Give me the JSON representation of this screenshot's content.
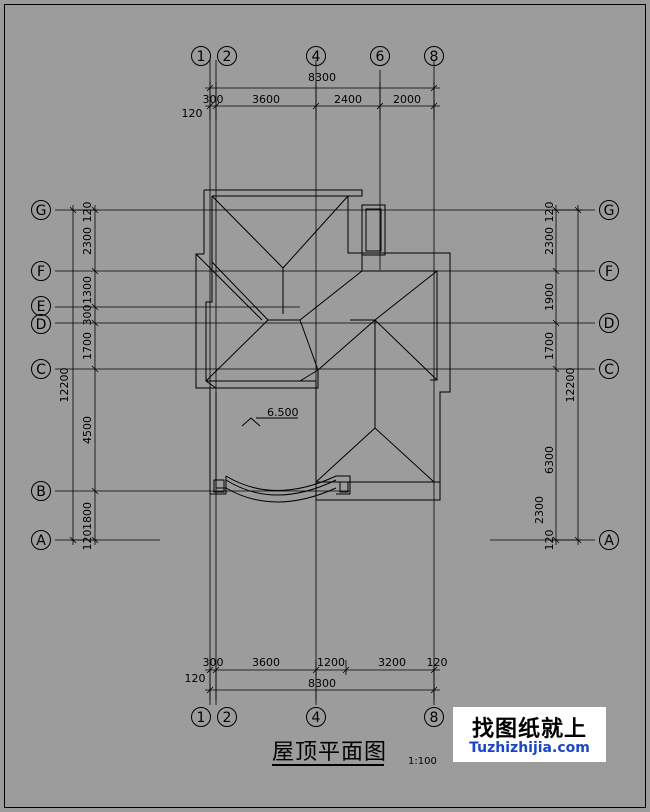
{
  "drawing": {
    "title": "屋顶平面图",
    "scale": "1:100",
    "elevation_label": "6.500"
  },
  "grid_axes": {
    "top_axes": [
      "1",
      "2",
      "4",
      "6",
      "8"
    ],
    "bottom_axes": [
      "1",
      "2",
      "4",
      "8"
    ],
    "rows": [
      "G",
      "F",
      "E",
      "D",
      "C",
      "B",
      "A"
    ],
    "right_rows": [
      "G",
      "F",
      "D",
      "C",
      "A"
    ]
  },
  "dimensions": {
    "top_total": "8300",
    "top_segments": [
      "300",
      "3600",
      "2400",
      "2000"
    ],
    "top_side": "120",
    "bottom_total": "8300",
    "bottom_segments": [
      "300",
      "3600",
      "1200",
      "3200",
      "120"
    ],
    "bottom_side": "120",
    "left_total": "12200",
    "left_segments": [
      "120",
      "2300",
      "1300",
      "300",
      "1700",
      "4500",
      "1800",
      "120"
    ],
    "right_total": "12200",
    "right_segments": [
      "120",
      "2300",
      "1900",
      "1700",
      "6300",
      "2300",
      "120"
    ]
  },
  "watermark": {
    "cn": "找图纸就上",
    "en": "Tuzhizhijia.com"
  },
  "colors": {
    "background": "#9c9c9c",
    "ink": "#000000",
    "brand_blue": "#1a45c8"
  }
}
